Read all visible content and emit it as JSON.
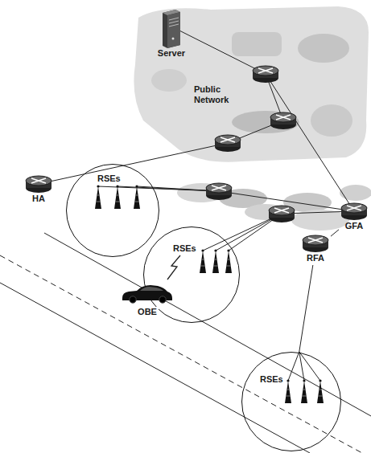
{
  "diagram": {
    "nodes": [
      {
        "text": [
          "Public Network"
        ]
      },
      {
        "text": [
          "Server"
        ]
      },
      {
        "text": [
          "HA"
        ]
      },
      {
        "text": [
          "GFA"
        ]
      },
      {
        "text": [
          "RSEs"
        ]
      },
      {
        "text": [
          "RSEs"
        ]
      },
      {
        "text": [
          "OBE"
        ]
      },
      {
        "text": [
          "RFA"
        ]
      },
      {
        "text": [
          "RSEs"
        ]
      }
    ],
    "edges": [
      {
        "from": 3,
        "to": 7,
        "arrow": "none"
      },
      {
        "from": 7,
        "to": 8,
        "arrow": "none"
      }
    ]
  }
}
